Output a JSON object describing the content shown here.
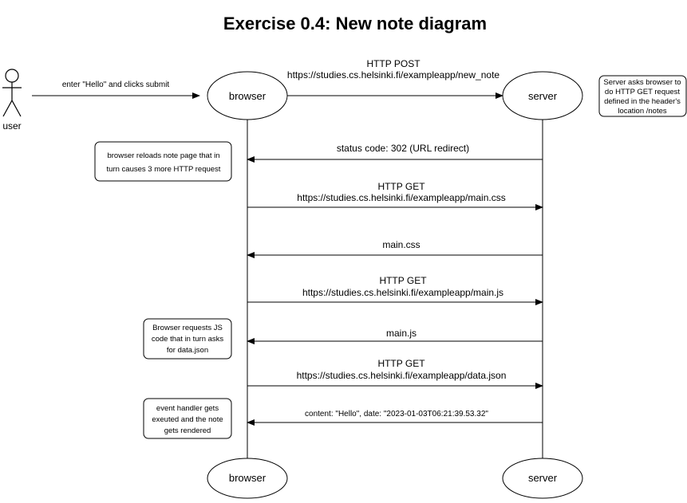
{
  "title": "Exercise 0.4: New note diagram",
  "actor": {
    "label": "user"
  },
  "nodes": {
    "browser_top": "browser",
    "server_top": "server",
    "browser_bottom": "browser",
    "server_bottom": "server"
  },
  "messages": {
    "enter_hello": "enter \"Hello\" and clicks submit",
    "post_method": "HTTP POST",
    "post_url": "https://studies.cs.helsinki.fi/exampleapp/new_note",
    "status_302": "status code: 302 (URL redirect)",
    "get_css_method": "HTTP GET",
    "get_css_url": "https://studies.cs.helsinki.fi/exampleapp/main.css",
    "main_css": "main.css",
    "get_js_method": "HTTP GET",
    "get_js_url": "https://studies.cs.helsinki.fi/exampleapp/main.js",
    "main_js": "main.js",
    "get_json_method": "HTTP GET",
    "get_json_url": "https://studies.cs.helsinki.fi/exampleapp/data.json",
    "content": "content:  \"Hello\", date: \"2023-01-03T06:21:39.53.32\""
  },
  "notes": {
    "server_redirect": [
      "Server asks browser to",
      "do HTTP GET request",
      "defined in the header's",
      "location /notes"
    ],
    "browser_reload": [
      "browser reloads note page that in",
      "turn causes 3 more HTTP request"
    ],
    "browser_js": [
      "Browser requests JS",
      "code that in turn asks",
      "for data.json"
    ],
    "event_handler": [
      "event handler gets",
      "exeuted and the note",
      "gets rendered"
    ]
  }
}
